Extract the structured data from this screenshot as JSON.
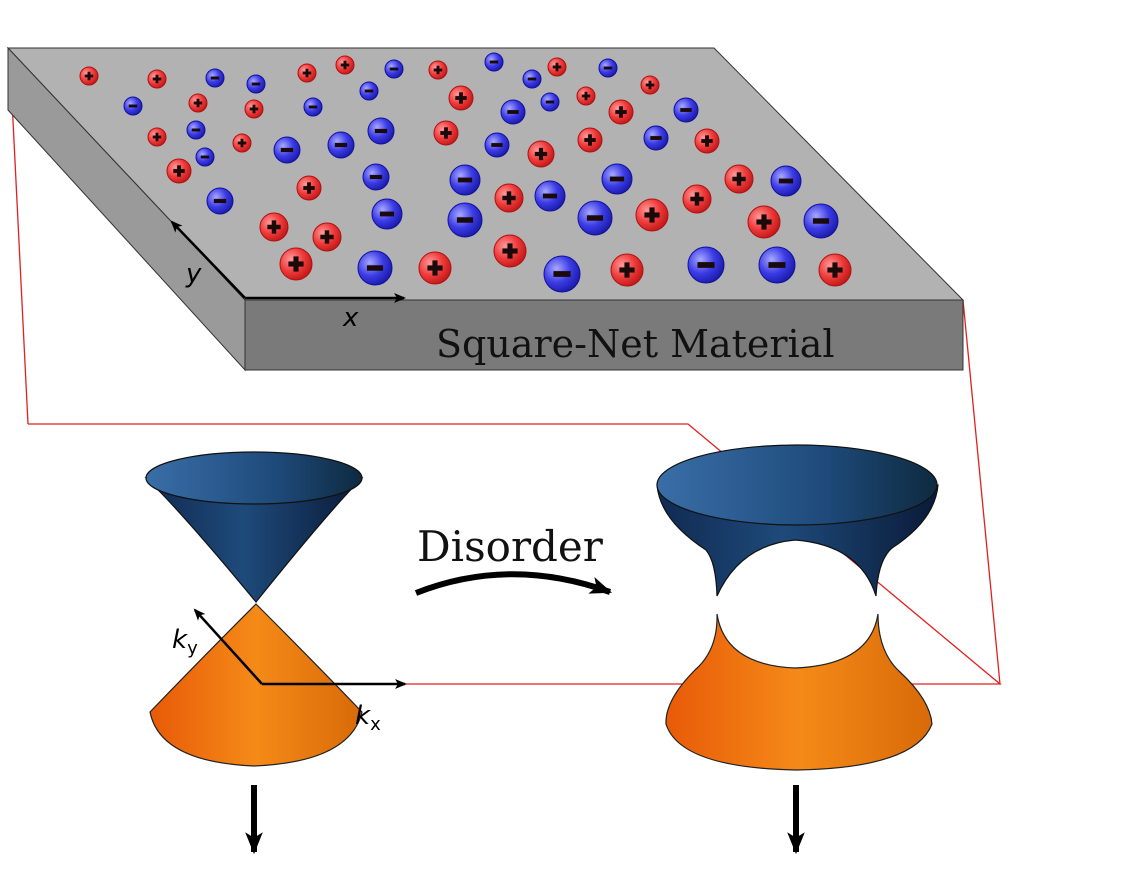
{
  "slab": {
    "label": "Square-Net Material",
    "axis_x": "x",
    "axis_y": "y",
    "colors": {
      "top": "#b2b2b2",
      "front": "#7a7a7a",
      "side": "#9a9a9a"
    }
  },
  "charges": {
    "positive_color": "#ef3b3b",
    "negative_color": "#3c3ce6",
    "positive_symbol": "+",
    "negative_symbol": "−"
  },
  "momentum_axes": {
    "kx_base": "k",
    "kx_sub": "x",
    "ky_base": "k",
    "ky_sub": "y"
  },
  "transition": {
    "label": "Disorder"
  },
  "surfaces": {
    "conduction_color": "#1e4a7a",
    "valence_color": "#f07a10",
    "left": "dirac-cone",
    "right": "gapped-hyperboloid"
  },
  "icons": [
    "charge-positive-icon",
    "charge-negative-icon",
    "arrow-down-icon",
    "curved-arrow-icon"
  ]
}
